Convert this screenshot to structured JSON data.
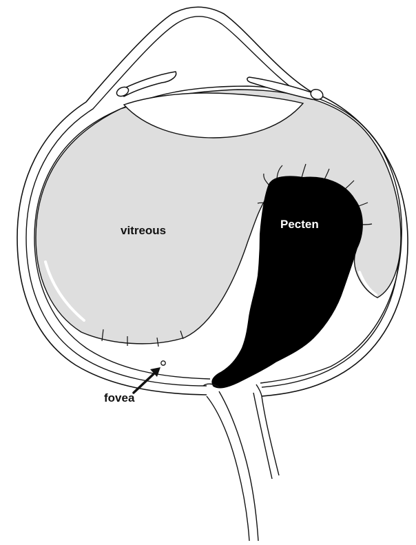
{
  "labels": {
    "vitreous": "vitreous",
    "pecten": "Pecten",
    "fovea": "fovea"
  },
  "colors": {
    "vitreous_fill": "#dedede",
    "pecten_fill": "#000000",
    "outline": "#111111",
    "background": "#ffffff"
  }
}
